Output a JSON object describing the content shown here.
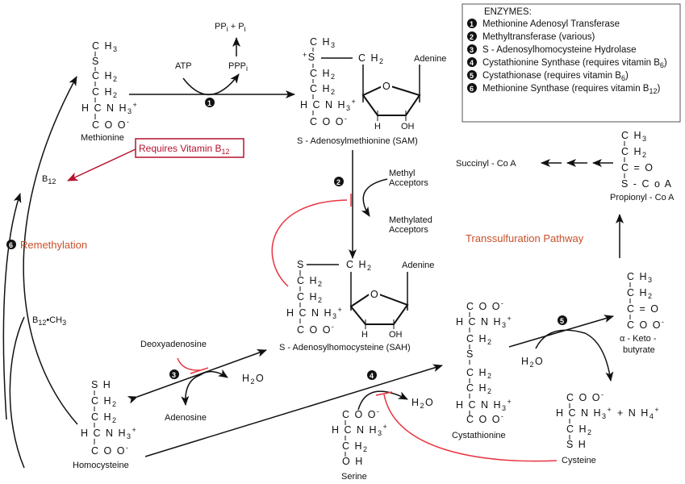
{
  "legend": {
    "title": "ENZYMES:",
    "items": [
      {
        "num": "1",
        "text": "Methionine Adenosyl Transferase",
        "sub": ""
      },
      {
        "num": "2",
        "text": "Methyltransferase   (various)",
        "sub": ""
      },
      {
        "num": "3",
        "text": "S - Adenosylhomocysteine Hydrolase",
        "sub": ""
      },
      {
        "num": "4",
        "text": "Cystathionine Synthase (requires vitamin B",
        "sub": "6",
        "tail": ")"
      },
      {
        "num": "5",
        "text": "Cystathionase (requires vitamin B",
        "sub": "6",
        "tail": ")"
      },
      {
        "num": "6",
        "text": "Methionine Synthase (requires vitamin B",
        "sub": "12",
        "tail": ")"
      }
    ]
  },
  "molecules": {
    "methionine": {
      "name": "Methionine",
      "lines": [
        "C H 3",
        "S",
        "C H 2",
        "C H 2",
        "H C N H 3 +",
        "C O O -"
      ]
    },
    "sam": {
      "name": "S - Adenosylmethionine (SAM)"
    },
    "sah": {
      "name": "S - Adenosylhomocysteine  (SAH)"
    },
    "homocysteine": {
      "name": "Homocysteine"
    },
    "serine": {
      "name": "Serine"
    },
    "cystathionine": {
      "name": "Cystathionine"
    },
    "cysteine": {
      "name": "Cysteine"
    },
    "ketobutyrate": {
      "name1": "α - Keto -",
      "name2": "butyrate"
    },
    "propionyl": {
      "name": "Propionyl - Co A"
    },
    "succinyl": {
      "name": "Succinyl - Co A"
    }
  },
  "labels": {
    "atp": "ATP",
    "ppp": "PPP",
    "ppi_pi": "PP",
    "plus": "+",
    "pi": "P",
    "i": "i",
    "adenine": "Adenine",
    "methyl_acceptors_1": "Methyl",
    "methyl_acceptors_2": "Acceptors",
    "methylated_1": "Methylated",
    "methylated_2": "Acceptors",
    "deoxyadenosine": "Deoxyadenosine",
    "adenosine": "Adenosine",
    "h2o": "H",
    "b12": "B",
    "b12_sub": "12",
    "b12ch3_tail": "•CH",
    "b12ch3_sub": "3",
    "requires_b12": "Requires Vitamin B",
    "requires_b12_sub": "12",
    "remethylation": "Remethylation",
    "transsulfuration": "Transsulfuration Pathway",
    "nh4": "+  N H",
    "o": "O",
    "oh": "OH",
    "h": "H"
  },
  "colors": {
    "ink": "#111111",
    "inhibit_red": "#e8343f",
    "box_red": "#b5122e",
    "pathway_orange": "#c8502a"
  }
}
